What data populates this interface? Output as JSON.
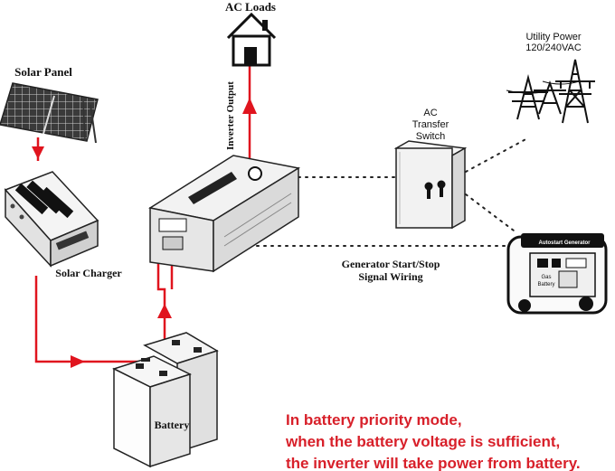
{
  "labels": {
    "ac_loads": "AC  Loads",
    "solar_panel": "Solar Panel",
    "solar_charger": "Solar Charger",
    "inverter_output": "Inverter Output",
    "ac_transfer_switch_1": "AC",
    "ac_transfer_switch_2": "Transfer",
    "ac_transfer_switch_3": "Switch",
    "utility_power_1": "Utility Power",
    "utility_power_2": "120/240VAC",
    "generator_wiring_1": "Generator Start/Stop",
    "generator_wiring_2": "Signal Wiring",
    "battery": "Battery",
    "generator_panel": "Autostart Generator",
    "generator_gas": "Gas",
    "generator_battery": "Battery"
  },
  "caption": {
    "line1": "In battery priority mode,",
    "line2": "when the battery voltage is sufficient,",
    "line3": "the inverter will take power from battery."
  },
  "colors": {
    "wire": "#e0141e",
    "caption": "#d8202a",
    "dotted": "#222222"
  }
}
